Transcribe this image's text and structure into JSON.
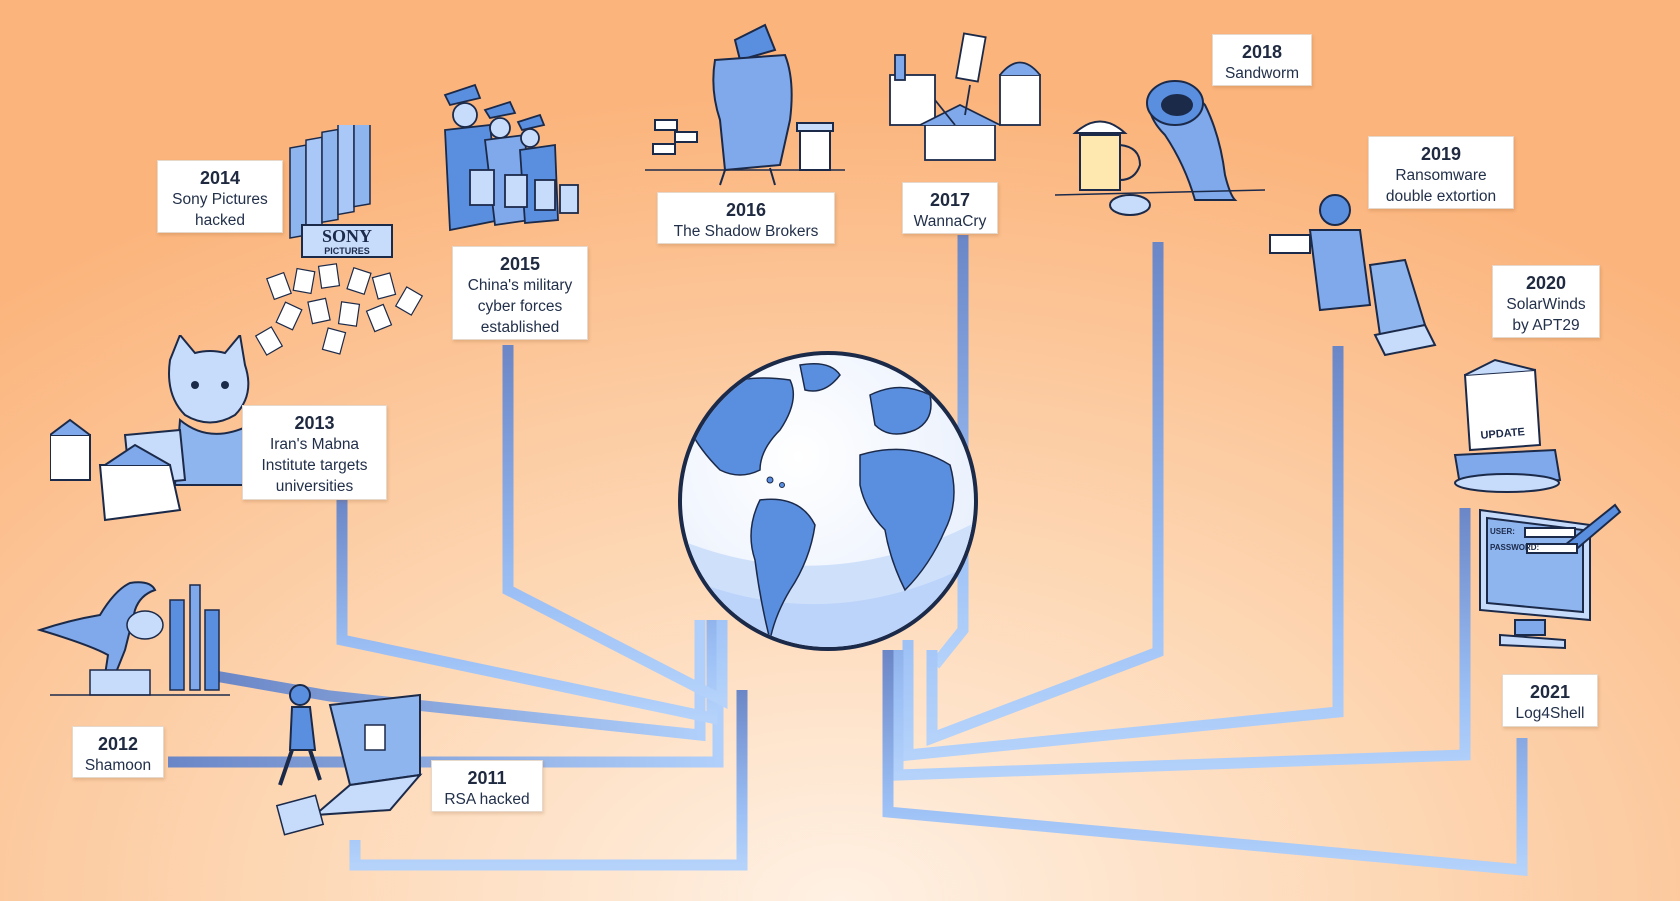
{
  "events": [
    {
      "id": "2011",
      "year": "2011",
      "lines": [
        "RSA hacked"
      ],
      "icon": "hacker-laptop-icon"
    },
    {
      "id": "2012",
      "year": "2012",
      "lines": [
        "Shamoon"
      ],
      "icon": "dinosaur-refinery-icon"
    },
    {
      "id": "2013",
      "year": "2013",
      "lines": [
        "Iran's Mabna",
        "Institute targets",
        "universities"
      ],
      "icon": "cat-hacker-university-icon"
    },
    {
      "id": "2014",
      "year": "2014",
      "lines": [
        "Sony Pictures",
        "hacked"
      ],
      "icon": "sony-pictures-files-icon"
    },
    {
      "id": "2015",
      "year": "2015",
      "lines": [
        "China's military",
        "cyber forces",
        "established"
      ],
      "icon": "military-officers-laptops-icon"
    },
    {
      "id": "2016",
      "year": "2016",
      "lines": [
        "The Shadow Brokers"
      ],
      "icon": "shadowy-figure-alley-icon"
    },
    {
      "id": "2017",
      "year": "2017",
      "lines": [
        "WannaCry"
      ],
      "icon": "infected-buildings-icon"
    },
    {
      "id": "2018",
      "year": "2018",
      "lines": [
        "Sandworm"
      ],
      "icon": "sandworm-beer-icon"
    },
    {
      "id": "2019",
      "year": "2019",
      "lines": [
        "Ransomware",
        "double extortion"
      ],
      "icon": "ransomware-hacker-icon"
    },
    {
      "id": "2020",
      "year": "2020",
      "lines": [
        "SolarWinds",
        "by APT29"
      ],
      "icon": "update-box-tank-icon"
    },
    {
      "id": "2021",
      "year": "2021",
      "lines": [
        "Log4Shell"
      ],
      "icon": "login-monitor-crowbar-icon"
    }
  ],
  "illustration_text": {
    "sony_sign": "SONY",
    "sony_sub": "PICTURES",
    "update_box": "UPDATE",
    "login_user": "USER:",
    "login_password": "PASSWORD:"
  },
  "globe": {
    "icon": "globe-icon"
  },
  "colors": {
    "line_light": "#a9c8f7",
    "line_dark": "#6b86c6",
    "globe_ocean": "#ffffff",
    "globe_land": "#5a8fe0",
    "ink": "#1c2a4a",
    "illus_blue": "#7fa9ea"
  }
}
